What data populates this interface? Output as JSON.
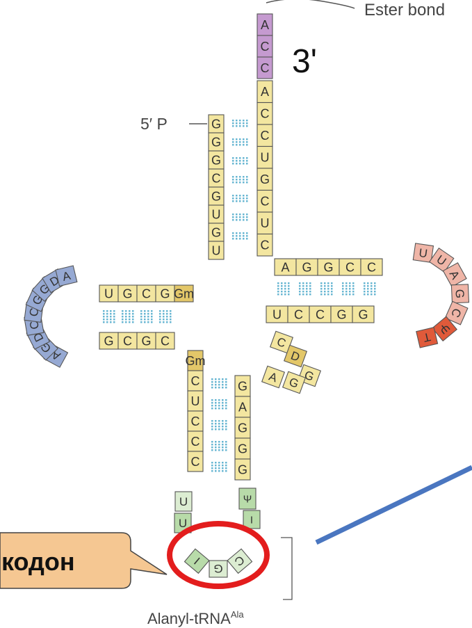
{
  "labels": {
    "ester_bond": "Ester bond",
    "three_prime": "3'",
    "five_prime": "5′ P",
    "caption_main": "Alanyl-tRNA",
    "caption_sup": "Ala",
    "callout": "кодон"
  },
  "colors": {
    "stem": "#f3e6a0",
    "acc": "#c59ad0",
    "d_loop": "#96a9d3",
    "t_loop": "#efb5a7",
    "t_dark": "#e05a3a",
    "mod": "#e3c769",
    "anticodon": "#b8dba9",
    "anticodon_light": "#dcedd2",
    "pair": "#67b6d2",
    "circle": "#e31d1d",
    "bubble": "#f5c792",
    "line": "#4a76c0"
  },
  "sequences": {
    "acceptor_3prime": [
      "A",
      "C",
      "C"
    ],
    "acceptor_right": [
      "A",
      "C",
      "C",
      "U",
      "G",
      "C",
      "U",
      "C"
    ],
    "acceptor_left": [
      "G",
      "G",
      "G",
      "C",
      "G",
      "U",
      "G",
      "U"
    ],
    "d_arm_top": [
      "U",
      "G",
      "C",
      "G",
      "Gm"
    ],
    "d_arm_bottom": [
      "G",
      "C",
      "G",
      "C"
    ],
    "d_loop": [
      "A",
      "G",
      "D",
      "C",
      "C",
      "G",
      "G",
      "D",
      "A"
    ],
    "t_arm_top": [
      "A",
      "G",
      "G",
      "C",
      "C"
    ],
    "t_arm_bottom": [
      "U",
      "C",
      "C",
      "G",
      "G"
    ],
    "t_loop": [
      "U",
      "U",
      "A",
      "G",
      "C",
      "Ψ",
      "T"
    ],
    "variable": [
      "C",
      "D",
      "G",
      "G",
      "A"
    ],
    "anticodon_left": [
      "Gm",
      "C",
      "U",
      "C",
      "C",
      "C",
      "U",
      "U"
    ],
    "anticodon_right": [
      "G",
      "A",
      "G",
      "G",
      "G",
      "Ψ",
      "I"
    ],
    "anticodon": [
      "I",
      "G",
      "C"
    ]
  }
}
